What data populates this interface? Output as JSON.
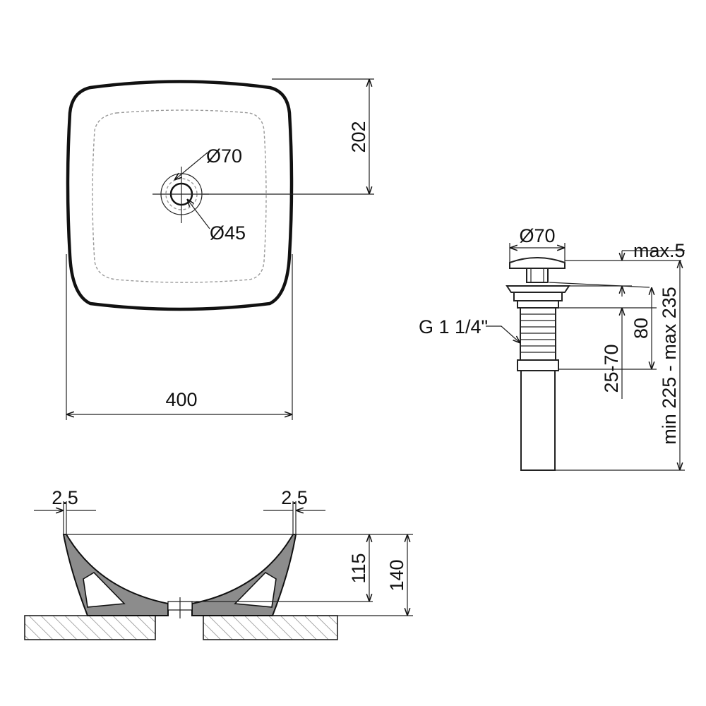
{
  "colors": {
    "line": "#111111",
    "sectionFill": "#8c8c8c",
    "hatch": "#777777",
    "background": "#ffffff"
  },
  "top_view": {
    "width_label": "400",
    "depth_label": "202",
    "outer_hole_label": "Ø70",
    "inner_hole_label": "Ø45"
  },
  "drain": {
    "cap_label": "Ø70",
    "lift_label": "max.5",
    "thread_label": "G 1 1/4\"",
    "length_label": "80",
    "range_label": "25-70",
    "total_label": "min 225 - max 235"
  },
  "section": {
    "left_offset_label": "2.5",
    "right_offset_label": "2.5",
    "inner_height_label": "115",
    "outer_height_label": "140"
  }
}
